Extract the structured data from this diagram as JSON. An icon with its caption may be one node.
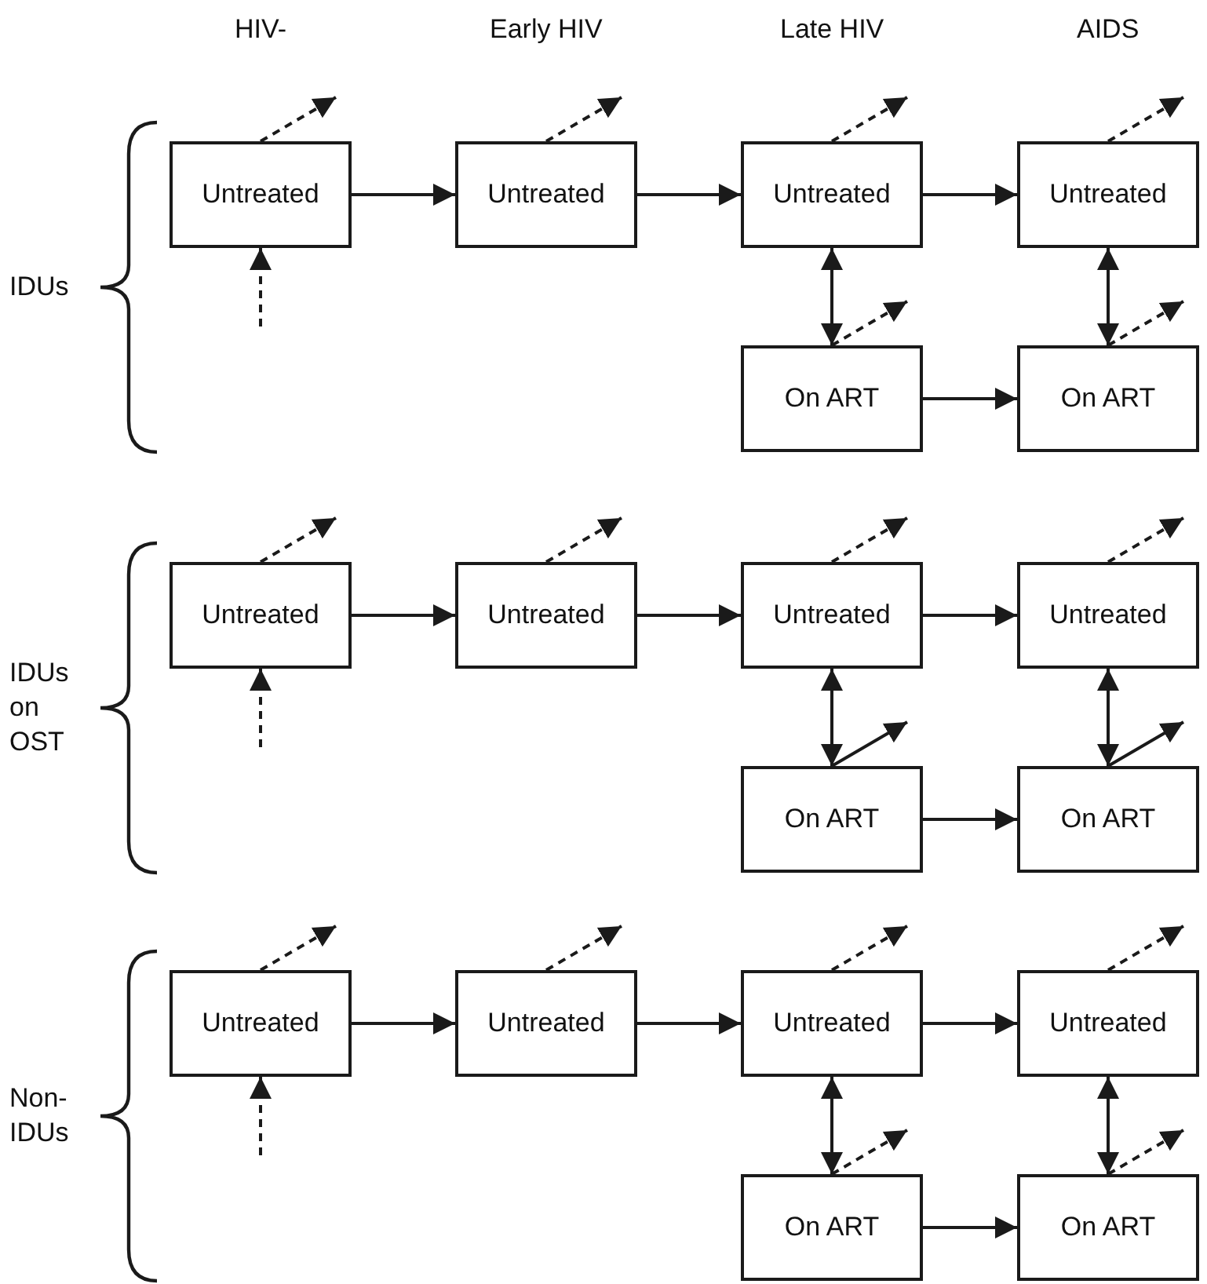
{
  "diagram": {
    "nodes": [
      {
        "text": [
          "Untreated"
        ]
      },
      {
        "text": [
          "Untreated"
        ]
      },
      {
        "text": [
          "Untreated"
        ]
      },
      {
        "text": [
          "Untreated"
        ]
      },
      {
        "text": [
          "On ART"
        ]
      },
      {
        "text": [
          "On ART"
        ]
      },
      {
        "text": [
          "Untreated"
        ]
      },
      {
        "text": [
          "Untreated"
        ]
      },
      {
        "text": [
          "Untreated"
        ]
      },
      {
        "text": [
          "Untreated"
        ]
      },
      {
        "text": [
          "On ART"
        ]
      },
      {
        "text": [
          "On ART"
        ]
      },
      {
        "text": [
          "Untreated"
        ]
      },
      {
        "text": [
          "Untreated"
        ]
      },
      {
        "text": [
          "Untreated"
        ]
      },
      {
        "text": [
          "Untreated"
        ]
      },
      {
        "text": [
          "On ART"
        ]
      },
      {
        "text": [
          "On ART"
        ]
      }
    ],
    "edges": [
      {
        "from": 0,
        "to": 1,
        "arrow": "to"
      },
      {
        "from": 1,
        "to": 2,
        "arrow": "to"
      },
      {
        "from": 2,
        "to": 3,
        "arrow": "to"
      },
      {
        "from": 2,
        "to": 4,
        "arrow": "both"
      },
      {
        "from": 3,
        "to": 5,
        "arrow": "both"
      },
      {
        "from": 4,
        "to": 5,
        "arrow": "to"
      },
      {
        "from": null,
        "to": 0,
        "arrow": "to",
        "style": "dashed"
      },
      {
        "from": 0,
        "to": null,
        "arrow": "to",
        "style": "dashed"
      },
      {
        "from": 1,
        "to": null,
        "arrow": "to",
        "style": "dashed"
      },
      {
        "from": 2,
        "to": null,
        "arrow": "to",
        "style": "dashed"
      },
      {
        "from": 3,
        "to": null,
        "arrow": "to",
        "style": "dashed"
      },
      {
        "from": 4,
        "to": null,
        "arrow": "to",
        "style": "dashed"
      },
      {
        "from": 5,
        "to": null,
        "arrow": "to",
        "style": "dashed"
      },
      {
        "from": 6,
        "to": 7,
        "arrow": "to"
      },
      {
        "from": 7,
        "to": 8,
        "arrow": "to"
      },
      {
        "from": 8,
        "to": 9,
        "arrow": "to"
      },
      {
        "from": 8,
        "to": 10,
        "arrow": "both"
      },
      {
        "from": 9,
        "to": 11,
        "arrow": "both"
      },
      {
        "from": 10,
        "to": 11,
        "arrow": "to"
      },
      {
        "from": null,
        "to": 6,
        "arrow": "to",
        "style": "dashed"
      },
      {
        "from": 6,
        "to": null,
        "arrow": "to",
        "style": "dashed"
      },
      {
        "from": 7,
        "to": null,
        "arrow": "to",
        "style": "dashed"
      },
      {
        "from": 8,
        "to": null,
        "arrow": "to",
        "style": "dashed"
      },
      {
        "from": 9,
        "to": null,
        "arrow": "to",
        "style": "dashed"
      },
      {
        "from": 10,
        "to": null,
        "arrow": "to"
      },
      {
        "from": 11,
        "to": null,
        "arrow": "to"
      },
      {
        "from": 12,
        "to": 13,
        "arrow": "to"
      },
      {
        "from": 13,
        "to": 14,
        "arrow": "to"
      },
      {
        "from": 14,
        "to": 15,
        "arrow": "to"
      },
      {
        "from": 14,
        "to": 16,
        "arrow": "both"
      },
      {
        "from": 15,
        "to": 17,
        "arrow": "both"
      },
      {
        "from": 16,
        "to": 17,
        "arrow": "to"
      },
      {
        "from": null,
        "to": 12,
        "arrow": "to",
        "style": "dashed"
      },
      {
        "from": 12,
        "to": null,
        "arrow": "to",
        "style": "dashed"
      },
      {
        "from": 13,
        "to": null,
        "arrow": "to",
        "style": "dashed"
      },
      {
        "from": 14,
        "to": null,
        "arrow": "to",
        "style": "dashed"
      },
      {
        "from": 15,
        "to": null,
        "arrow": "to",
        "style": "dashed"
      },
      {
        "from": 16,
        "to": null,
        "arrow": "to",
        "style": "dashed"
      },
      {
        "from": 17,
        "to": null,
        "arrow": "to",
        "style": "dashed"
      }
    ],
    "labels": [
      "HIV-",
      "Early HIV",
      "Late HIV",
      "AIDS",
      "IDUs",
      "IDUs on OST",
      "Non-IDUs"
    ]
  }
}
